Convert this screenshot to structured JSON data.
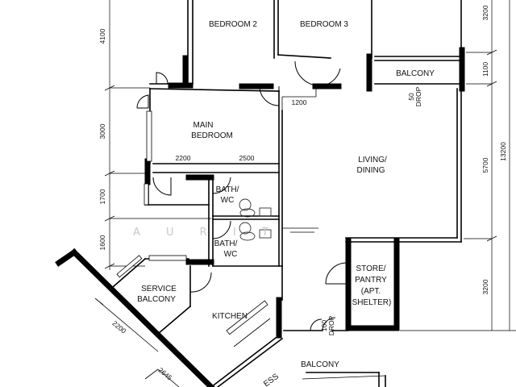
{
  "rooms": {
    "bedroom2": "BEDROOM 2",
    "bedroom3": "BEDROOM 3",
    "balcony_top": "BALCONY",
    "main_bedroom_1": "MAIN",
    "main_bedroom_2": "BEDROOM",
    "living_1": "LIVING/",
    "living_2": "DINING",
    "bath1": "BATH/",
    "bath1_b": "WC",
    "bath2": "BATH/",
    "bath2_b": "WC",
    "service_1": "SERVICE",
    "service_2": "BALCONY",
    "kitchen": "KITCHEN",
    "store_1": "STORE/",
    "store_2": "PANTRY",
    "store_3": "(APT.",
    "store_4": "SHELTER)",
    "balcony_bottom": "BALCONY",
    "access": "ESS"
  },
  "dimensions": {
    "left_4100": "4100",
    "left_3000": "3000",
    "left_1700": "1700",
    "left_1600": "1600",
    "right_3200_top": "3200",
    "right_1100": "1100",
    "right_5700": "5700",
    "right_3200_bottom": "3200",
    "right_total": "13200",
    "horiz_2200": "2200",
    "horiz_2500": "2500",
    "door_1200": "1200",
    "diag_2200": "2200",
    "diag_2645": "2645",
    "drop_50": "50",
    "drop_50_label": "DROP",
    "drop_100": "100",
    "drop_100_label": "DROP"
  },
  "watermark": "A U R I T"
}
